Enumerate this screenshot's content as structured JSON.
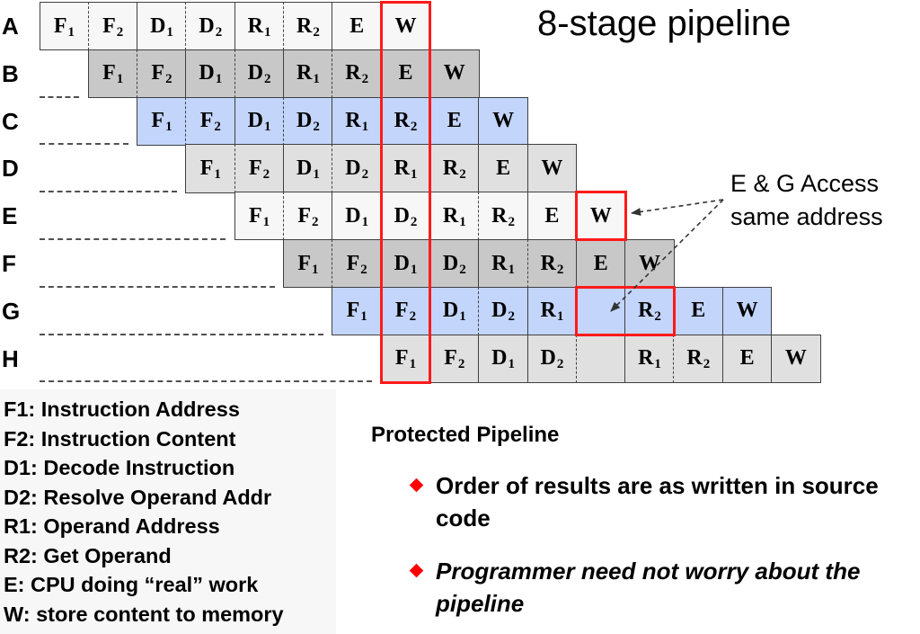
{
  "title": "8-stage pipeline",
  "annotation": {
    "line1": "E & G Access",
    "line2": "same address"
  },
  "colors": {
    "white_row": "#f7f7f7",
    "dark_gray_row": "#c8c8c8",
    "light_gray_row": "#e0e0e0",
    "blue_row": "#c3d5fb",
    "highlight": "#ff1a1a",
    "bullet": "#ff0000"
  },
  "pipeline": {
    "rows": [
      {
        "label": "A",
        "start": 0,
        "color": "white_row",
        "cells": [
          {
            "s": "F",
            "n": "1"
          },
          {
            "s": "F",
            "n": "2",
            "dash": true
          },
          {
            "s": "D",
            "n": "1"
          },
          {
            "s": "D",
            "n": "2",
            "dash": true
          },
          {
            "s": "R",
            "n": "1"
          },
          {
            "s": "R",
            "n": "2",
            "dash": true
          },
          {
            "s": "E",
            "n": ""
          },
          {
            "s": "W",
            "n": ""
          }
        ]
      },
      {
        "label": "B",
        "start": 1,
        "color": "dark_gray_row",
        "cells": [
          {
            "s": "F",
            "n": "1"
          },
          {
            "s": "F",
            "n": "2",
            "dash": true
          },
          {
            "s": "D",
            "n": "1"
          },
          {
            "s": "D",
            "n": "2",
            "dash": true
          },
          {
            "s": "R",
            "n": "1"
          },
          {
            "s": "R",
            "n": "2",
            "dash": true
          },
          {
            "s": "E",
            "n": ""
          },
          {
            "s": "W",
            "n": ""
          }
        ]
      },
      {
        "label": "C",
        "start": 2,
        "color": "blue_row",
        "cells": [
          {
            "s": "F",
            "n": "1"
          },
          {
            "s": "F",
            "n": "2",
            "dash": true
          },
          {
            "s": "D",
            "n": "1"
          },
          {
            "s": "D",
            "n": "2",
            "dash": true
          },
          {
            "s": "R",
            "n": "1"
          },
          {
            "s": "R",
            "n": "2"
          },
          {
            "s": "E",
            "n": ""
          },
          {
            "s": "W",
            "n": ""
          }
        ]
      },
      {
        "label": "D",
        "start": 3,
        "color": "light_gray_row",
        "cells": [
          {
            "s": "F",
            "n": "1"
          },
          {
            "s": "F",
            "n": "2",
            "dash": true
          },
          {
            "s": "D",
            "n": "1"
          },
          {
            "s": "D",
            "n": "2",
            "dash": true
          },
          {
            "s": "R",
            "n": "1"
          },
          {
            "s": "R",
            "n": "2"
          },
          {
            "s": "E",
            "n": ""
          },
          {
            "s": "W",
            "n": ""
          }
        ]
      },
      {
        "label": "E",
        "start": 4,
        "color": "white_row",
        "cells": [
          {
            "s": "F",
            "n": "1"
          },
          {
            "s": "F",
            "n": "2",
            "dash": true
          },
          {
            "s": "D",
            "n": "1"
          },
          {
            "s": "D",
            "n": "2"
          },
          {
            "s": "R",
            "n": "1"
          },
          {
            "s": "R",
            "n": "2",
            "dash": true
          },
          {
            "s": "E",
            "n": ""
          },
          {
            "s": "W",
            "n": ""
          }
        ]
      },
      {
        "label": "F",
        "start": 5,
        "color": "dark_gray_row",
        "cells": [
          {
            "s": "F",
            "n": "1"
          },
          {
            "s": "F",
            "n": "2",
            "dash": true
          },
          {
            "s": "D",
            "n": "1"
          },
          {
            "s": "D",
            "n": "2"
          },
          {
            "s": "R",
            "n": "1"
          },
          {
            "s": "R",
            "n": "2",
            "dash": true
          },
          {
            "s": "E",
            "n": ""
          },
          {
            "s": "W",
            "n": ""
          }
        ]
      },
      {
        "label": "G",
        "start": 6,
        "color": "blue_row",
        "cells": [
          {
            "s": "F",
            "n": "1"
          },
          {
            "s": "F",
            "n": "2"
          },
          {
            "s": "D",
            "n": "1"
          },
          {
            "s": "D",
            "n": "2",
            "dash": true
          },
          {
            "s": "R",
            "n": "1"
          },
          {
            "s": "",
            "n": ""
          },
          {
            "s": "R",
            "n": "2"
          },
          {
            "s": "E",
            "n": ""
          },
          {
            "s": "W",
            "n": ""
          }
        ]
      },
      {
        "label": "H",
        "start": 7,
        "color": "light_gray_row",
        "cells": [
          {
            "s": "F",
            "n": "1"
          },
          {
            "s": "F",
            "n": "2"
          },
          {
            "s": "D",
            "n": "1"
          },
          {
            "s": "D",
            "n": "2"
          },
          {
            "s": "",
            "n": "",
            "dash": true
          },
          {
            "s": "R",
            "n": "1"
          },
          {
            "s": "R",
            "n": "2",
            "dash": true
          },
          {
            "s": "E",
            "n": ""
          },
          {
            "s": "W",
            "n": ""
          }
        ]
      }
    ],
    "highlights": [
      {
        "name": "column-highlight",
        "col": 7,
        "colspan": 1,
        "row": 0,
        "rowspan": 8
      },
      {
        "name": "row-e-write-highlight",
        "col": 11,
        "colspan": 1,
        "row": 4,
        "rowspan": 1
      },
      {
        "name": "row-g-stall-read-highlight",
        "col": 11,
        "colspan": 2,
        "row": 6,
        "rowspan": 1
      }
    ]
  },
  "legend": [
    "F1: Instruction Address",
    "F2: Instruction Content",
    "D1: Decode Instruction",
    "D2: Resolve Operand Addr",
    "R1: Operand Address",
    "R2: Get Operand",
    "E: CPU doing “real” work",
    "W: store content to memory"
  ],
  "section": {
    "heading": "Protected Pipeline",
    "bullets": [
      {
        "text": "Order of results are as written in source code",
        "italic": false
      },
      {
        "text": "Programmer need not worry about the pipeline",
        "italic": true
      }
    ]
  }
}
